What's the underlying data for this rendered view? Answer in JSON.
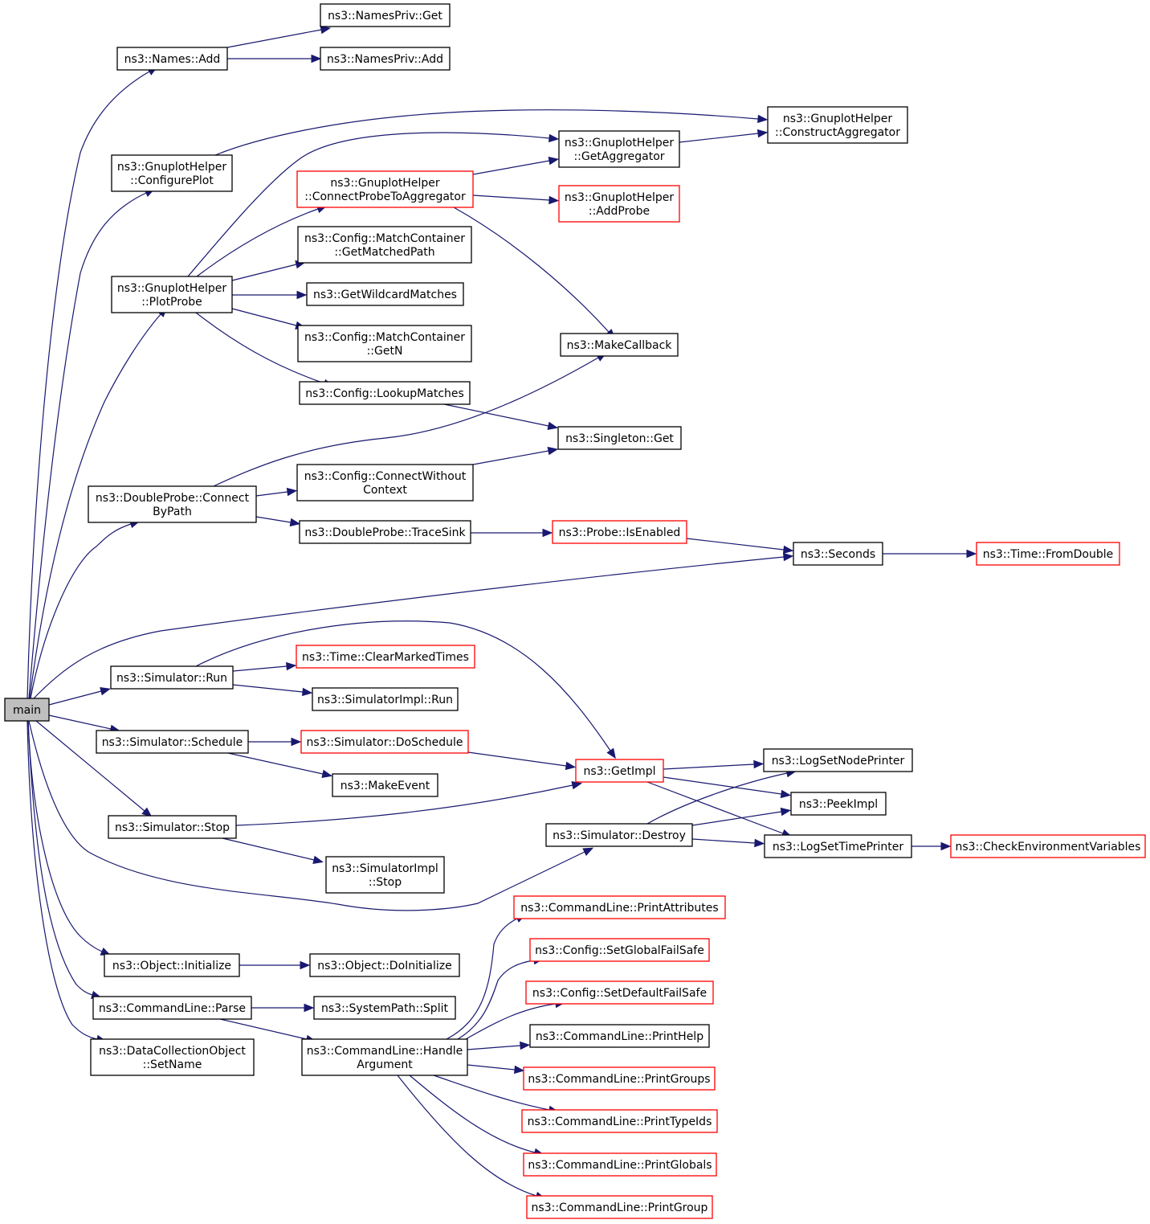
{
  "diagram": {
    "type": "call-graph",
    "colors": {
      "edge": "#191970",
      "node_border": "#000000",
      "node_border_truncated": "#ff0000",
      "root_fill": "#bfbfbf"
    },
    "nodes": [
      {
        "id": "main",
        "lines": [
          "main"
        ],
        "style": "root"
      },
      {
        "id": "names_add",
        "lines": [
          "ns3::Names::Add"
        ],
        "style": "normal"
      },
      {
        "id": "namespriv_get",
        "lines": [
          "ns3::NamesPriv::Get"
        ],
        "style": "normal"
      },
      {
        "id": "namespriv_add",
        "lines": [
          "ns3::NamesPriv::Add"
        ],
        "style": "normal"
      },
      {
        "id": "gh_configureplot",
        "lines": [
          "ns3::GnuplotHelper",
          "::ConfigurePlot"
        ],
        "style": "normal"
      },
      {
        "id": "gh_constructaggregator",
        "lines": [
          "ns3::GnuplotHelper",
          "::ConstructAggregator"
        ],
        "style": "normal"
      },
      {
        "id": "gh_getaggregator",
        "lines": [
          "ns3::GnuplotHelper",
          "::GetAggregator"
        ],
        "style": "normal"
      },
      {
        "id": "gh_connectprobe",
        "lines": [
          "ns3::GnuplotHelper",
          "::ConnectProbeToAggregator"
        ],
        "style": "truncated"
      },
      {
        "id": "gh_addprobe",
        "lines": [
          "ns3::GnuplotHelper",
          "::AddProbe"
        ],
        "style": "truncated"
      },
      {
        "id": "mc_getmatchedpath",
        "lines": [
          "ns3::Config::MatchContainer",
          "::GetMatchedPath"
        ],
        "style": "normal"
      },
      {
        "id": "gh_plotprobe",
        "lines": [
          "ns3::GnuplotHelper",
          "::PlotProbe"
        ],
        "style": "normal"
      },
      {
        "id": "getwildcardmatches",
        "lines": [
          "ns3::GetWildcardMatches"
        ],
        "style": "normal"
      },
      {
        "id": "mc_getn",
        "lines": [
          "ns3::Config::MatchContainer",
          "::GetN"
        ],
        "style": "normal"
      },
      {
        "id": "makecallback",
        "lines": [
          "ns3::MakeCallback"
        ],
        "style": "normal"
      },
      {
        "id": "lookupmatches",
        "lines": [
          "ns3::Config::LookupMatches"
        ],
        "style": "normal"
      },
      {
        "id": "singleton_get",
        "lines": [
          "ns3::Singleton::Get"
        ],
        "style": "normal"
      },
      {
        "id": "connectwithoutcontext",
        "lines": [
          "ns3::Config::ConnectWithout",
          "Context"
        ],
        "style": "normal"
      },
      {
        "id": "dp_connectbypath",
        "lines": [
          "ns3::DoubleProbe::Connect",
          "ByPath"
        ],
        "style": "normal"
      },
      {
        "id": "dp_tracesink",
        "lines": [
          "ns3::DoubleProbe::TraceSink"
        ],
        "style": "normal"
      },
      {
        "id": "probe_isenabled",
        "lines": [
          "ns3::Probe::IsEnabled"
        ],
        "style": "truncated"
      },
      {
        "id": "seconds",
        "lines": [
          "ns3::Seconds"
        ],
        "style": "normal"
      },
      {
        "id": "time_fromdouble",
        "lines": [
          "ns3::Time::FromDouble"
        ],
        "style": "truncated"
      },
      {
        "id": "time_clearmarkedtimes",
        "lines": [
          "ns3::Time::ClearMarkedTimes"
        ],
        "style": "truncated"
      },
      {
        "id": "sim_run",
        "lines": [
          "ns3::Simulator::Run"
        ],
        "style": "normal"
      },
      {
        "id": "simimpl_run",
        "lines": [
          "ns3::SimulatorImpl::Run"
        ],
        "style": "normal"
      },
      {
        "id": "sim_schedule",
        "lines": [
          "ns3::Simulator::Schedule"
        ],
        "style": "normal"
      },
      {
        "id": "sim_doschedule",
        "lines": [
          "ns3::Simulator::DoSchedule"
        ],
        "style": "truncated"
      },
      {
        "id": "getimpl",
        "lines": [
          "ns3::GetImpl"
        ],
        "style": "truncated"
      },
      {
        "id": "logsetnodeprinter",
        "lines": [
          "ns3::LogSetNodePrinter"
        ],
        "style": "normal"
      },
      {
        "id": "makeevent",
        "lines": [
          "ns3::MakeEvent"
        ],
        "style": "normal"
      },
      {
        "id": "peekimpl",
        "lines": [
          "ns3::PeekImpl"
        ],
        "style": "normal"
      },
      {
        "id": "sim_stop",
        "lines": [
          "ns3::Simulator::Stop"
        ],
        "style": "normal"
      },
      {
        "id": "sim_destroy",
        "lines": [
          "ns3::Simulator::Destroy"
        ],
        "style": "normal"
      },
      {
        "id": "logsettimeprinter",
        "lines": [
          "ns3::LogSetTimePrinter"
        ],
        "style": "normal"
      },
      {
        "id": "checkenvvars",
        "lines": [
          "ns3::CheckEnvironmentVariables"
        ],
        "style": "truncated"
      },
      {
        "id": "simimpl_stop",
        "lines": [
          "ns3::SimulatorImpl",
          "::Stop"
        ],
        "style": "normal"
      },
      {
        "id": "cl_printattributes",
        "lines": [
          "ns3::CommandLine::PrintAttributes"
        ],
        "style": "truncated"
      },
      {
        "id": "cfg_setglobalfailsafe",
        "lines": [
          "ns3::Config::SetGlobalFailSafe"
        ],
        "style": "truncated"
      },
      {
        "id": "obj_initialize",
        "lines": [
          "ns3::Object::Initialize"
        ],
        "style": "normal"
      },
      {
        "id": "obj_doinitialize",
        "lines": [
          "ns3::Object::DoInitialize"
        ],
        "style": "normal"
      },
      {
        "id": "cfg_setdefaultfailsafe",
        "lines": [
          "ns3::Config::SetDefaultFailSafe"
        ],
        "style": "truncated"
      },
      {
        "id": "cl_parse",
        "lines": [
          "ns3::CommandLine::Parse"
        ],
        "style": "normal"
      },
      {
        "id": "systempath_split",
        "lines": [
          "ns3::SystemPath::Split"
        ],
        "style": "normal"
      },
      {
        "id": "cl_printhelp",
        "lines": [
          "ns3::CommandLine::PrintHelp"
        ],
        "style": "normal"
      },
      {
        "id": "dco_setname",
        "lines": [
          "ns3::DataCollectionObject",
          "::SetName"
        ],
        "style": "normal"
      },
      {
        "id": "cl_handleargument",
        "lines": [
          "ns3::CommandLine::Handle",
          "Argument"
        ],
        "style": "normal"
      },
      {
        "id": "cl_printgroups",
        "lines": [
          "ns3::CommandLine::PrintGroups"
        ],
        "style": "truncated"
      },
      {
        "id": "cl_printtypeids",
        "lines": [
          "ns3::CommandLine::PrintTypeIds"
        ],
        "style": "truncated"
      },
      {
        "id": "cl_printglobals",
        "lines": [
          "ns3::CommandLine::PrintGlobals"
        ],
        "style": "truncated"
      },
      {
        "id": "cl_printgroup",
        "lines": [
          "ns3::CommandLine::PrintGroup"
        ],
        "style": "truncated"
      }
    ],
    "edges": [
      {
        "from": "main",
        "to": "names_add"
      },
      {
        "from": "names_add",
        "to": "namespriv_get"
      },
      {
        "from": "names_add",
        "to": "namespriv_add"
      },
      {
        "from": "main",
        "to": "gh_configureplot"
      },
      {
        "from": "gh_configureplot",
        "to": "gh_constructaggregator"
      },
      {
        "from": "main",
        "to": "gh_plotprobe"
      },
      {
        "from": "gh_plotprobe",
        "to": "gh_getaggregator"
      },
      {
        "from": "gh_plotprobe",
        "to": "gh_connectprobe"
      },
      {
        "from": "gh_plotprobe",
        "to": "mc_getmatchedpath"
      },
      {
        "from": "gh_plotprobe",
        "to": "getwildcardmatches"
      },
      {
        "from": "gh_plotprobe",
        "to": "mc_getn"
      },
      {
        "from": "gh_plotprobe",
        "to": "lookupmatches"
      },
      {
        "from": "gh_getaggregator",
        "to": "gh_constructaggregator"
      },
      {
        "from": "gh_connectprobe",
        "to": "gh_getaggregator"
      },
      {
        "from": "gh_connectprobe",
        "to": "gh_addprobe"
      },
      {
        "from": "gh_connectprobe",
        "to": "makecallback"
      },
      {
        "from": "lookupmatches",
        "to": "singleton_get"
      },
      {
        "from": "main",
        "to": "dp_connectbypath"
      },
      {
        "from": "dp_connectbypath",
        "to": "makecallback"
      },
      {
        "from": "dp_connectbypath",
        "to": "connectwithoutcontext"
      },
      {
        "from": "dp_connectbypath",
        "to": "dp_tracesink"
      },
      {
        "from": "connectwithoutcontext",
        "to": "singleton_get"
      },
      {
        "from": "dp_tracesink",
        "to": "probe_isenabled"
      },
      {
        "from": "probe_isenabled",
        "to": "seconds"
      },
      {
        "from": "main",
        "to": "seconds"
      },
      {
        "from": "seconds",
        "to": "time_fromdouble"
      },
      {
        "from": "main",
        "to": "sim_run"
      },
      {
        "from": "sim_run",
        "to": "time_clearmarkedtimes"
      },
      {
        "from": "sim_run",
        "to": "simimpl_run"
      },
      {
        "from": "sim_run",
        "to": "getimpl"
      },
      {
        "from": "main",
        "to": "sim_schedule"
      },
      {
        "from": "sim_schedule",
        "to": "sim_doschedule"
      },
      {
        "from": "sim_schedule",
        "to": "makeevent"
      },
      {
        "from": "sim_doschedule",
        "to": "getimpl"
      },
      {
        "from": "getimpl",
        "to": "logsetnodeprinter"
      },
      {
        "from": "getimpl",
        "to": "peekimpl"
      },
      {
        "from": "getimpl",
        "to": "logsettimeprinter"
      },
      {
        "from": "main",
        "to": "sim_stop"
      },
      {
        "from": "sim_stop",
        "to": "getimpl"
      },
      {
        "from": "sim_stop",
        "to": "simimpl_stop"
      },
      {
        "from": "main",
        "to": "sim_destroy"
      },
      {
        "from": "sim_destroy",
        "to": "logsetnodeprinter"
      },
      {
        "from": "sim_destroy",
        "to": "peekimpl"
      },
      {
        "from": "sim_destroy",
        "to": "logsettimeprinter"
      },
      {
        "from": "logsettimeprinter",
        "to": "checkenvvars"
      },
      {
        "from": "main",
        "to": "obj_initialize"
      },
      {
        "from": "obj_initialize",
        "to": "obj_doinitialize"
      },
      {
        "from": "main",
        "to": "cl_parse"
      },
      {
        "from": "cl_parse",
        "to": "systempath_split"
      },
      {
        "from": "cl_parse",
        "to": "cl_handleargument"
      },
      {
        "from": "main",
        "to": "dco_setname"
      },
      {
        "from": "cl_handleargument",
        "to": "cl_printattributes"
      },
      {
        "from": "cl_handleargument",
        "to": "cfg_setglobalfailsafe"
      },
      {
        "from": "cl_handleargument",
        "to": "cfg_setdefaultfailsafe"
      },
      {
        "from": "cl_handleargument",
        "to": "cl_printhelp"
      },
      {
        "from": "cl_handleargument",
        "to": "cl_printgroups"
      },
      {
        "from": "cl_handleargument",
        "to": "cl_printtypeids"
      },
      {
        "from": "cl_handleargument",
        "to": "cl_printglobals"
      },
      {
        "from": "cl_handleargument",
        "to": "cl_printgroup"
      }
    ]
  }
}
